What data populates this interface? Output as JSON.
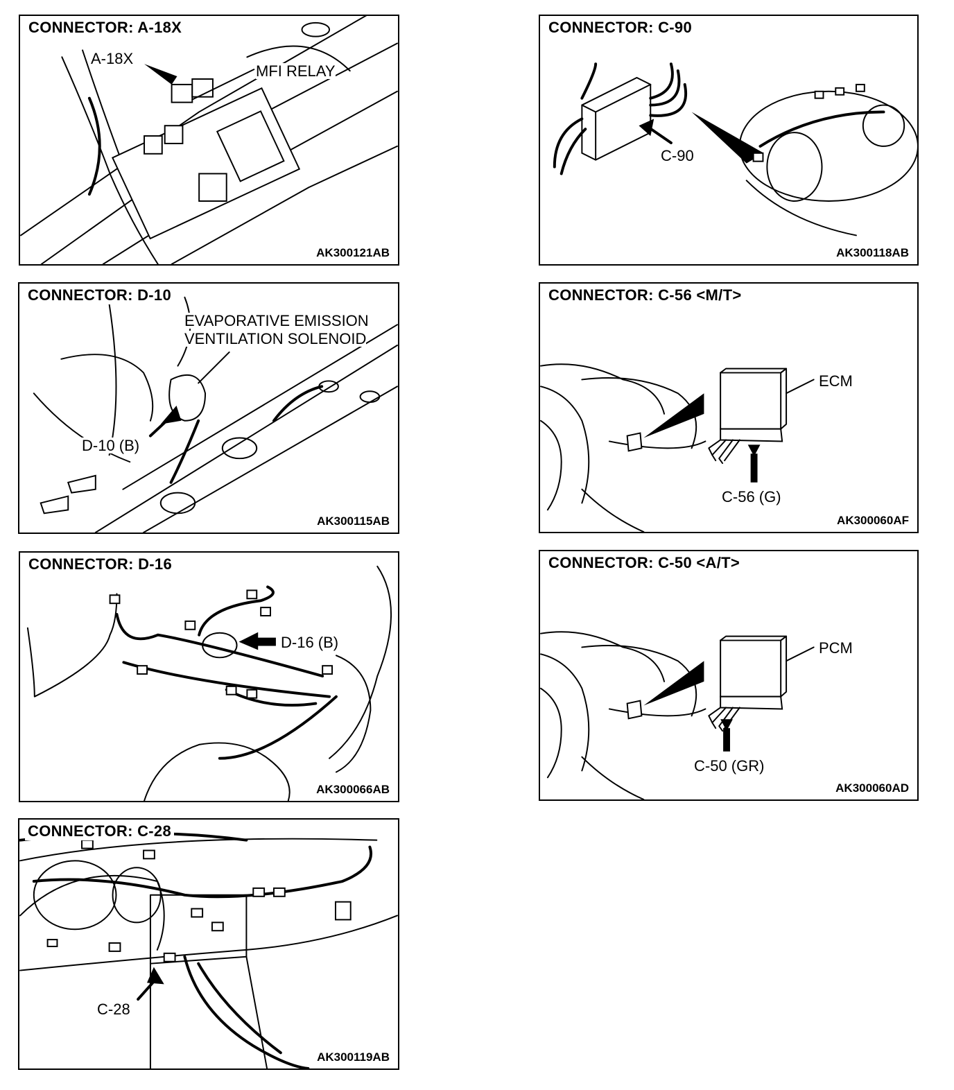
{
  "panels": {
    "a18x": {
      "title": "CONNECTOR: A-18X",
      "code": "AK300121AB",
      "labels": {
        "connector": "A-18X",
        "part": "MFI RELAY"
      }
    },
    "c90": {
      "title": "CONNECTOR: C-90",
      "code": "AK300118AB",
      "labels": {
        "connector": "C-90"
      }
    },
    "d10": {
      "title": "CONNECTOR: D-10",
      "code": "AK300115AB",
      "labels": {
        "part_line1": "EVAPORATIVE EMISSION",
        "part_line2": "VENTILATION SOLENOID",
        "connector": "D-10 (B)"
      }
    },
    "c56": {
      "title": "CONNECTOR: C-56 <M/T>",
      "code": "AK300060AF",
      "labels": {
        "part": "ECM",
        "connector": "C-56 (G)"
      }
    },
    "d16": {
      "title": "CONNECTOR: D-16",
      "code": "AK300066AB",
      "labels": {
        "connector": "D-16 (B)"
      }
    },
    "c50": {
      "title": "CONNECTOR: C-50 <A/T>",
      "code": "AK300060AD",
      "labels": {
        "part": "PCM",
        "connector": "C-50 (GR)"
      }
    },
    "c28": {
      "title": "CONNECTOR: C-28",
      "code": "AK300119AB",
      "labels": {
        "connector": "C-28"
      }
    }
  }
}
